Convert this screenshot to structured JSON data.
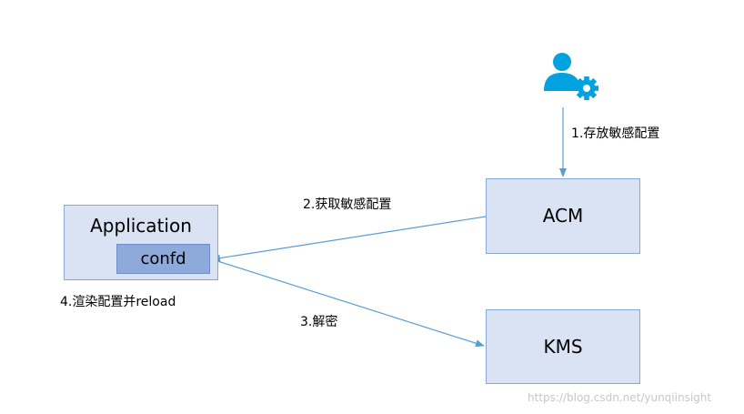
{
  "nodes": {
    "application": "Application",
    "confd": "confd",
    "acm": "ACM",
    "kms": "KMS"
  },
  "steps": {
    "store": "1.存放敏感配置",
    "fetch": "2.获取敏感配置",
    "decrypt": "3.解密",
    "render": "4.渲染配置并reload"
  },
  "icon": "user-settings-icon",
  "colors": {
    "box_fill": "#dae3f3",
    "inner_box_fill": "#8eaadb",
    "arrow": "#5b9bd5",
    "icon": "#00a3e0"
  },
  "watermark": "https://blog.csdn.net/yunqiinsight"
}
